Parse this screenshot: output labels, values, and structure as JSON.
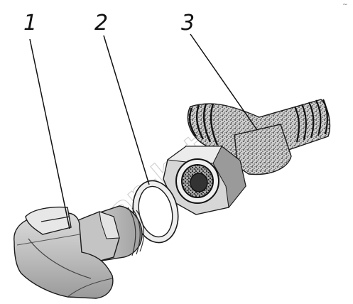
{
  "labels": {
    "part1": "1",
    "part2": "2",
    "part3": "3"
  },
  "corner_mark": "~",
  "watermark": "zap-kat.ru",
  "colors": {
    "ink": "#111111",
    "metal_light": "#d9d9d9",
    "metal_mid": "#b8b8b8",
    "metal_dark": "#8f8f8f",
    "tee_fill": "#cfcfcf",
    "washer": "#eeeeee"
  }
}
